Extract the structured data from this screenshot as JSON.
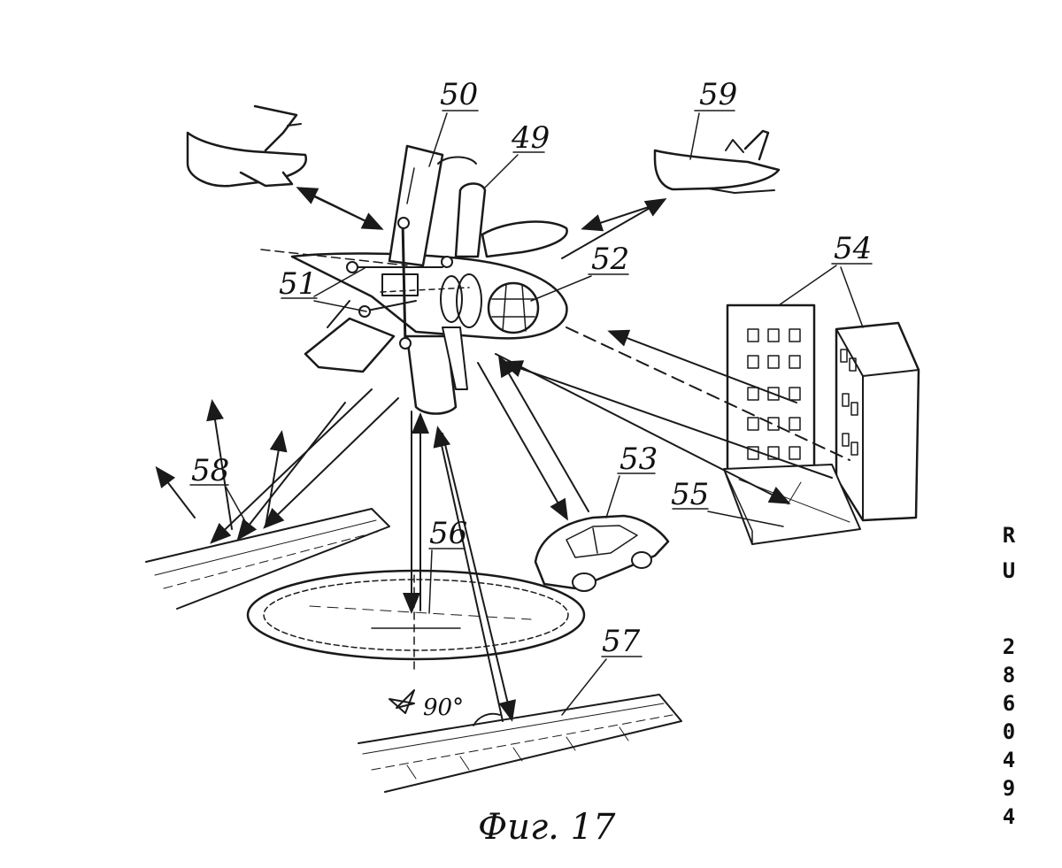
{
  "figure": {
    "caption": "Фиг. 17",
    "patent_country": "RU",
    "patent_number": "2860494",
    "angle_label": "90°",
    "labels": [
      {
        "id": "ref-49",
        "text": "49"
      },
      {
        "id": "ref-50",
        "text": "50"
      },
      {
        "id": "ref-51",
        "text": "51"
      },
      {
        "id": "ref-52",
        "text": "52"
      },
      {
        "id": "ref-53",
        "text": "53"
      },
      {
        "id": "ref-54",
        "text": "54"
      },
      {
        "id": "ref-55",
        "text": "55"
      },
      {
        "id": "ref-56",
        "text": "56"
      },
      {
        "id": "ref-57",
        "text": "57"
      },
      {
        "id": "ref-58",
        "text": "58"
      },
      {
        "id": "ref-59",
        "text": "59"
      }
    ]
  }
}
